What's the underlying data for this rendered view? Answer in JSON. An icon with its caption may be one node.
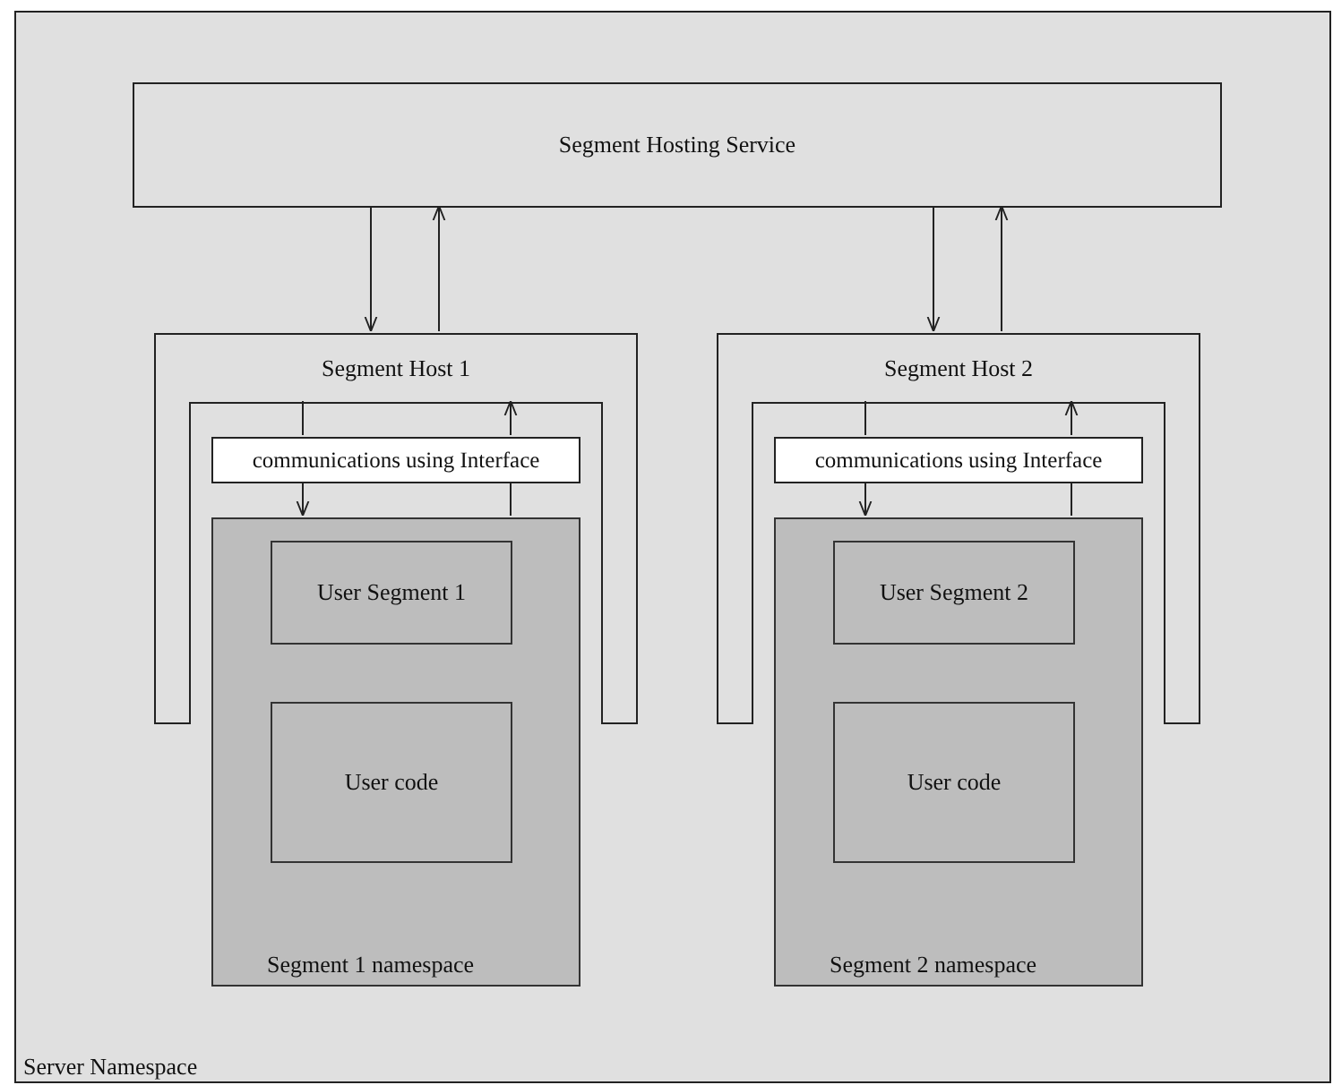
{
  "diagram": {
    "nodes": [
      {
        "text": [
          "Server Namespace"
        ]
      },
      {
        "text": [
          "Segment Hosting Service"
        ],
        "in": 0
      },
      {
        "text": [
          "Segment Host 1"
        ],
        "in": 0
      },
      {
        "text": [
          "communications using Interface"
        ],
        "in": 0
      },
      {
        "text": [
          "Segment 1 namespace"
        ],
        "in": 0
      },
      {
        "text": [
          "User Segment 1"
        ],
        "in": 4
      },
      {
        "text": [
          "User code"
        ],
        "in": 4
      },
      {
        "text": [
          "Segment Host 2"
        ],
        "in": 0
      },
      {
        "text": [
          "communications using Interface"
        ],
        "in": 0
      },
      {
        "text": [
          "Segment 2 namespace"
        ],
        "in": 0
      },
      {
        "text": [
          "User Segment 2"
        ],
        "in": 9
      },
      {
        "text": [
          "User code"
        ],
        "in": 9
      }
    ],
    "edges": [
      {
        "from": 1,
        "to": 2,
        "arrow": "to"
      },
      {
        "from": 2,
        "to": 1,
        "arrow": "to"
      },
      {
        "from": 2,
        "to": 3,
        "arrow": "none"
      },
      {
        "from": 3,
        "to": 4,
        "arrow": "to"
      },
      {
        "from": 4,
        "to": 3,
        "arrow": "none"
      },
      {
        "from": 3,
        "to": 2,
        "arrow": "to"
      },
      {
        "from": 1,
        "to": 7,
        "arrow": "to"
      },
      {
        "from": 7,
        "to": 1,
        "arrow": "to"
      },
      {
        "from": 7,
        "to": 8,
        "arrow": "none"
      },
      {
        "from": 8,
        "to": 9,
        "arrow": "to"
      },
      {
        "from": 9,
        "to": 8,
        "arrow": "none"
      },
      {
        "from": 8,
        "to": 7,
        "arrow": "to"
      }
    ]
  }
}
